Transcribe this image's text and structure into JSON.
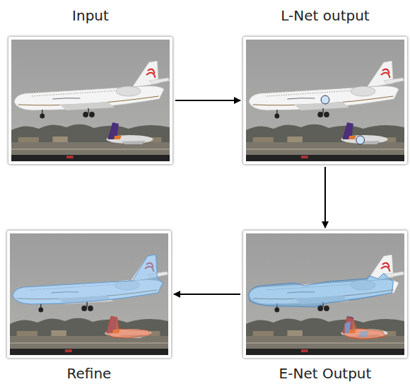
{
  "diagram": {
    "nodes": [
      {
        "text": [
          "Input"
        ]
      },
      {
        "text": [
          "L-Net output"
        ]
      },
      {
        "text": [
          "Refine"
        ]
      },
      {
        "text": [
          "E-Net Output"
        ]
      }
    ],
    "edges": [
      {
        "from": 0,
        "to": 1,
        "arrow": "to"
      },
      {
        "from": 1,
        "to": 3,
        "arrow": "to"
      },
      {
        "from": 3,
        "to": 2,
        "arrow": "to"
      }
    ]
  }
}
